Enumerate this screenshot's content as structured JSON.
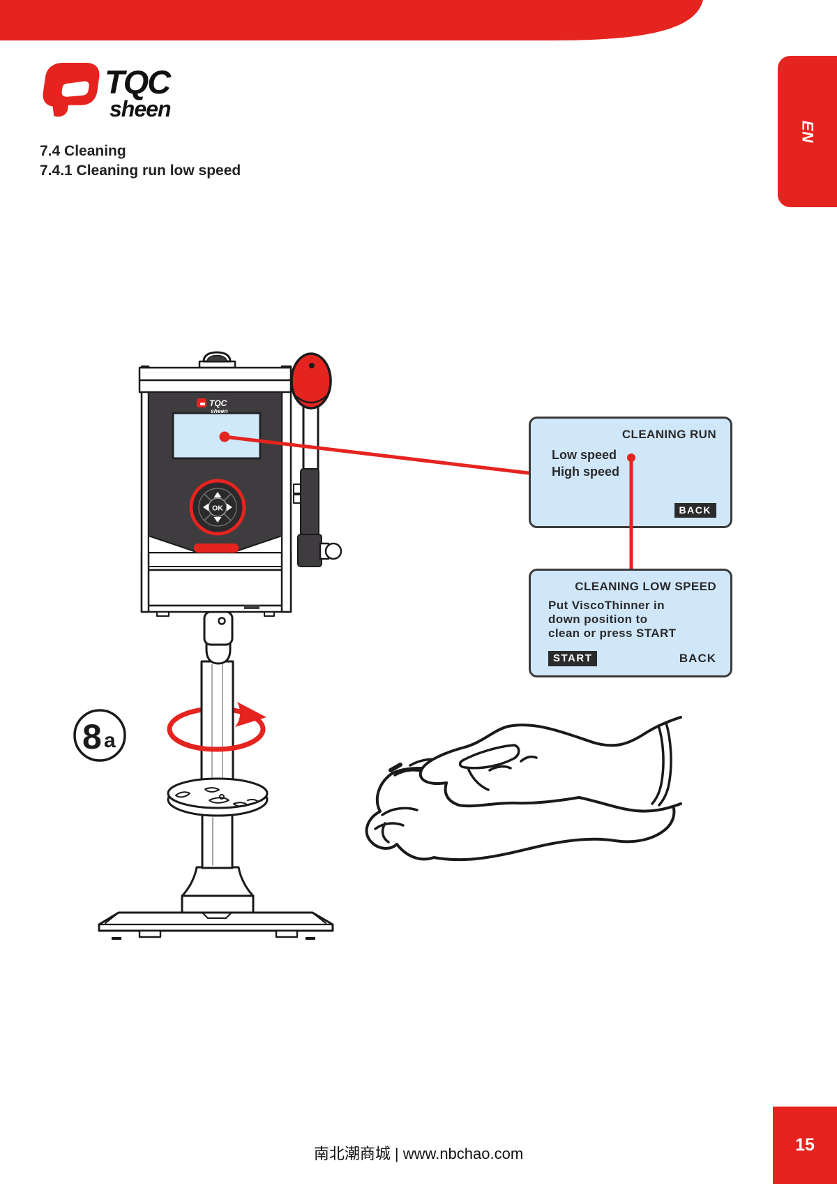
{
  "page": {
    "section_heading": "7.4 Cleaning",
    "subsection_heading": "7.4.1 Cleaning run low speed",
    "language_tab": "EN",
    "page_number": "15",
    "footer_text": "南北潮商城 | www.nbchao.com"
  },
  "brand": {
    "name_top": "TQC",
    "name_bottom": "sheen"
  },
  "device": {
    "logo_top": "TQC",
    "logo_bottom": "sheen",
    "ok_button": "OK"
  },
  "step_badge": {
    "number": "8",
    "letter": "a"
  },
  "callouts": {
    "cleaning_run": {
      "title": "CLEANING RUN",
      "options": [
        "Low speed",
        "High speed"
      ],
      "back_label": "BACK"
    },
    "cleaning_low_speed": {
      "title": "CLEANING LOW SPEED",
      "body_lines": [
        "Put ViscoThinner in",
        "down position to",
        "clean or press START"
      ],
      "start_label": "START",
      "back_label": "BACK"
    }
  },
  "colors": {
    "brand_red": "#e52420",
    "callout_blue": "#cfe7f8",
    "screen_blue": "#cfe8fa",
    "device_dark": "#3e3c3e",
    "outline_dark": "#1a1a1a"
  }
}
